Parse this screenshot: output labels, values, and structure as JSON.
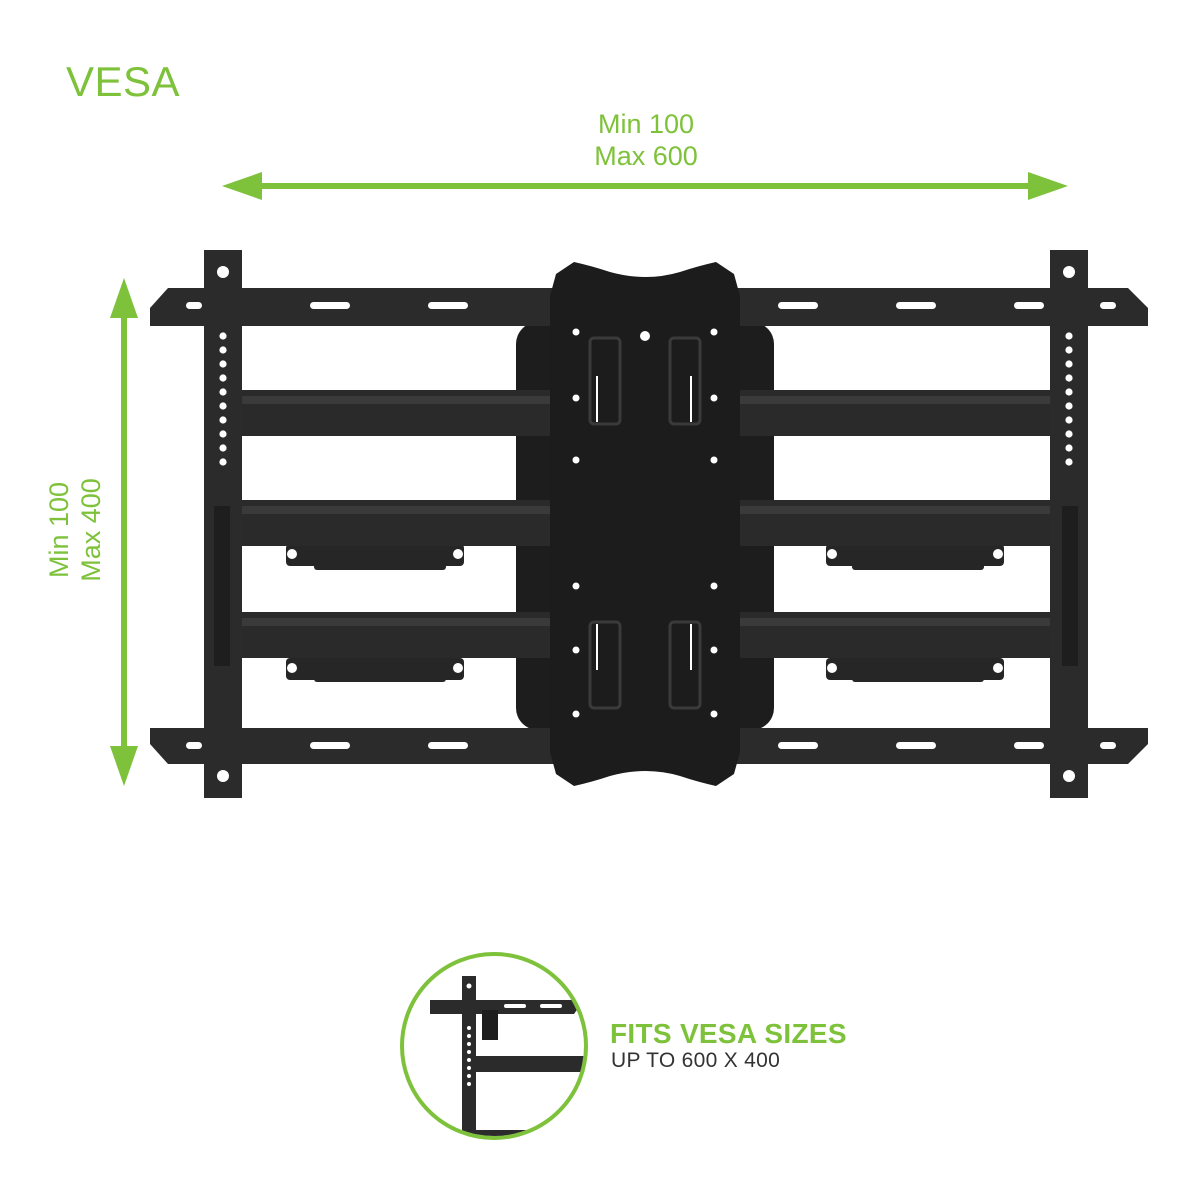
{
  "title": "VESA",
  "horizontal": {
    "min": "Min 100",
    "max": "Max 600"
  },
  "vertical": {
    "min": "Min 100",
    "max": "Max 400"
  },
  "badge": {
    "title": "FITS VESA SIZES",
    "subtitle": "UP TO 600 X 400"
  },
  "colors": {
    "accent": "#7dc23a",
    "metal": "#2b2b2b",
    "metal_dark": "#1a1a1a"
  }
}
